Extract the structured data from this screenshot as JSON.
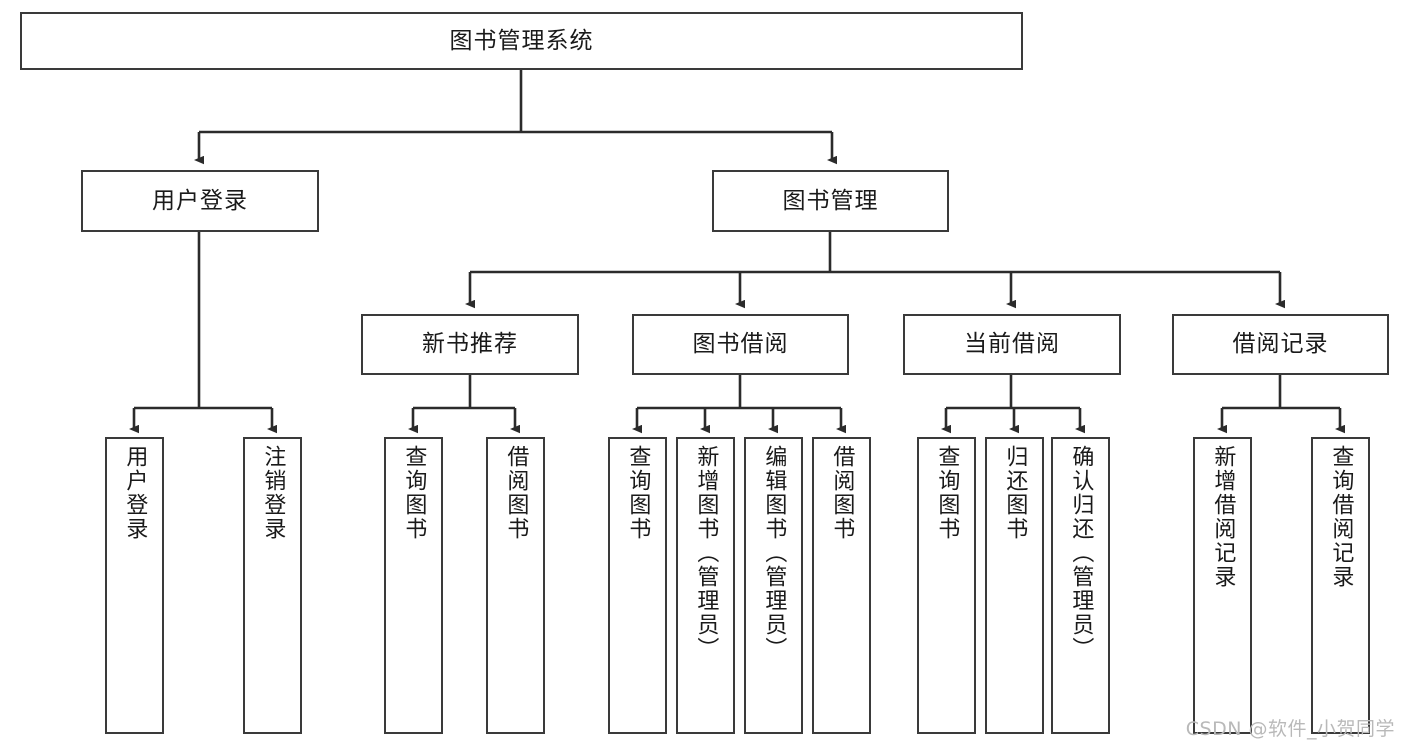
{
  "diagram": {
    "title": "图书管理系统",
    "type": "functional-structure-tree",
    "watermark": "CSDN @软件_小贺同学",
    "colors": {
      "box_border": "#3a3a3a",
      "box_fill": "#ffffff",
      "edge": "#2b2b2b",
      "text": "#1a1a1a",
      "watermark": "#b9b9b9"
    }
  },
  "nodes": {
    "root": {
      "label": "图书管理系统"
    },
    "level2": [
      {
        "id": "user-login",
        "label": "用户登录"
      },
      {
        "id": "book-manage",
        "label": "图书管理"
      }
    ],
    "level3": [
      {
        "id": "new-book-recommend",
        "label": "新书推荐"
      },
      {
        "id": "book-borrow",
        "label": "图书借阅"
      },
      {
        "id": "current-borrow",
        "label": "当前借阅"
      },
      {
        "id": "borrow-record",
        "label": "借阅记录"
      }
    ],
    "leaves": {
      "user_login": [
        {
          "id": "leaf-user-login",
          "label": "用户登录"
        },
        {
          "id": "leaf-logout-login",
          "label": "注销登录"
        }
      ],
      "new_book_recommend": [
        {
          "id": "leaf-query-book-1",
          "label": "查询图书"
        },
        {
          "id": "leaf-borrow-book-1",
          "label": "借阅图书"
        }
      ],
      "book_borrow": [
        {
          "id": "leaf-query-book-2",
          "label": "查询图书"
        },
        {
          "id": "leaf-add-book",
          "label": "新增图书（管理员）"
        },
        {
          "id": "leaf-edit-book",
          "label": "编辑图书（管理员）"
        },
        {
          "id": "leaf-borrow-book-2",
          "label": "借阅图书"
        }
      ],
      "current_borrow": [
        {
          "id": "leaf-query-book-3",
          "label": "查询图书"
        },
        {
          "id": "leaf-return-book",
          "label": "归还图书"
        },
        {
          "id": "leaf-confirm-return",
          "label": "确认归还（管理员）"
        }
      ],
      "borrow_record": [
        {
          "id": "leaf-add-record",
          "label": "新增借阅记录"
        },
        {
          "id": "leaf-query-record",
          "label": "查询借阅记录"
        }
      ]
    }
  }
}
